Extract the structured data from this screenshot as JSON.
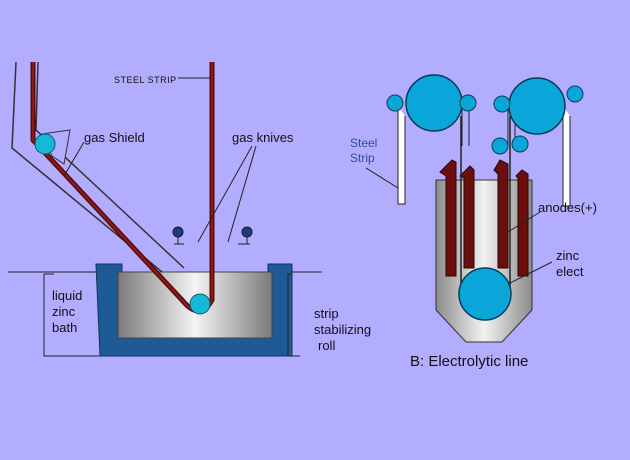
{
  "labels": {
    "steel_strip_top": "STEEL   STRIP",
    "gas_shield": "gas Shield",
    "gas_knives": "gas knives",
    "liquid_zinc_bath": [
      "liquid",
      "zinc",
      "bath"
    ],
    "strip_stabilizing_roll": [
      "strip",
      "stabilizing",
      "roll"
    ],
    "steel_strip_right": [
      "Steel",
      "Strip"
    ],
    "anodes": "anodes(+)",
    "zinc_elect": [
      "zinc",
      "elect"
    ],
    "caption": "B: Electrolytic line"
  },
  "colors": {
    "background": "#b3adff",
    "strip": "#6e1010",
    "roll": "#0aa6d9",
    "bath_frame": "#1e5a96",
    "knife": "#1e3c78"
  }
}
